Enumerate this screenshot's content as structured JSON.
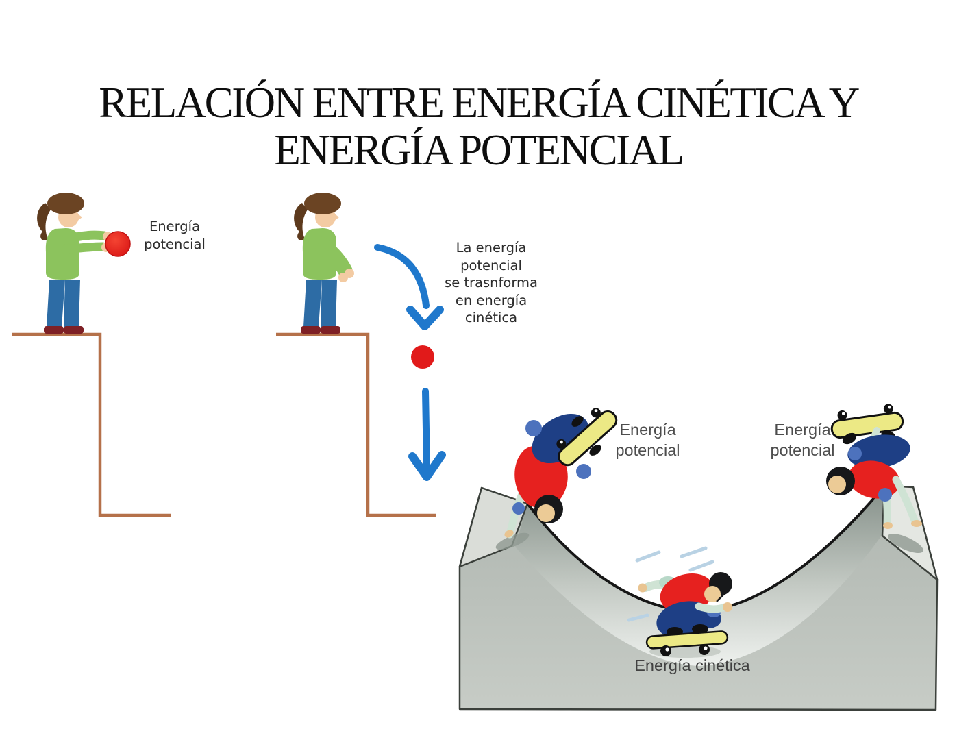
{
  "title": {
    "line1": "RELACIÓN ENTRE ENERGÍA CINÉTICA Y",
    "line2": "ENERGÍA POTENCIAL"
  },
  "ball_drop_scene": {
    "potential_label": "Energía\npotencial",
    "transform_label": "La energía\npotencial\nse trasnforma\nen energía\ncinética"
  },
  "halfpipe_scene": {
    "potential_left_label": "Energía\npotencial",
    "potential_right_label": "Energía\npotencial",
    "kinetic_label": "Energía cinética"
  },
  "icons": {
    "curved_arrow": "curved-fall-arrow",
    "straight_arrow": "straight-fall-arrow",
    "red_ball": "red-ball"
  },
  "colors": {
    "arrow_blue": "#1f78cc",
    "ball_red": "#e31c1c",
    "cliff_brown": "#b5714a",
    "sweater_green": "#8cc35d",
    "jeans_blue": "#2d6ca5",
    "skater_shirt_red": "#e6211f",
    "skater_pants_navy": "#1e3f85",
    "skateboard_yellow": "#ece985",
    "ramp_gray": "#b8beb9"
  }
}
